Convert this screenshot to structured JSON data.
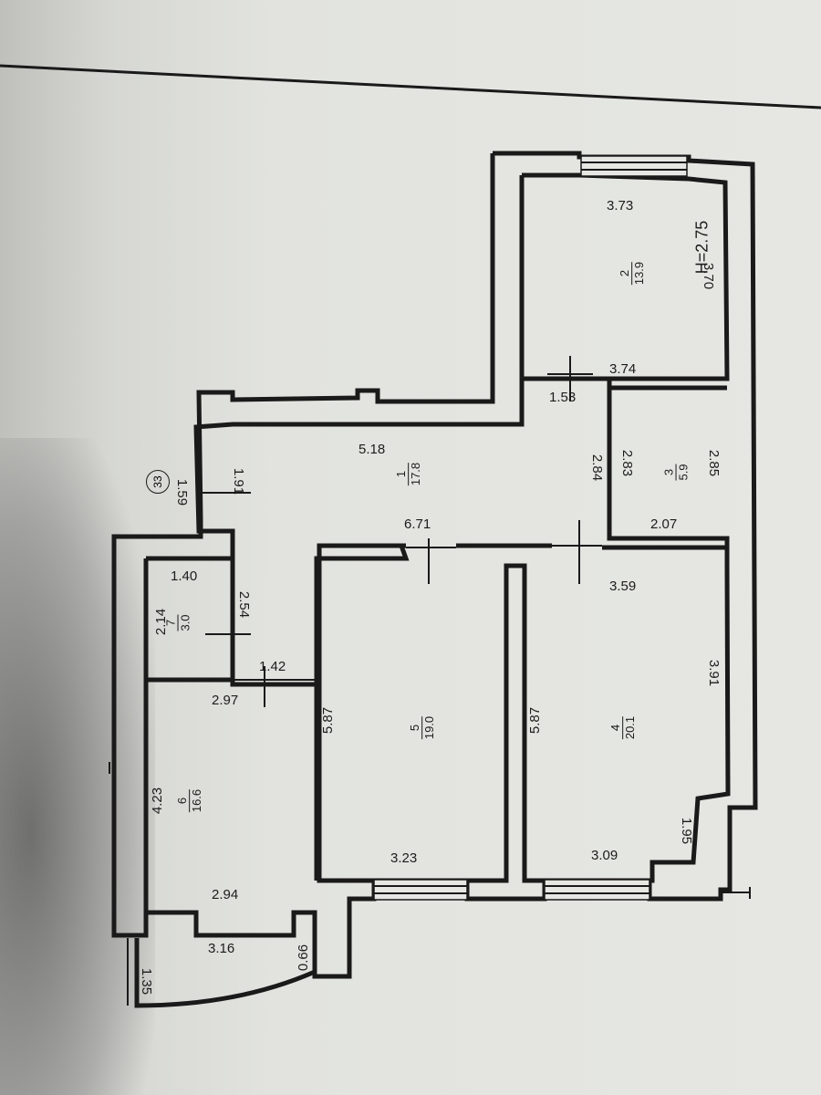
{
  "plan": {
    "ceiling_height": "H=2.75",
    "flat_number": "33",
    "rooms": [
      {
        "num": "1",
        "area": "17.8"
      },
      {
        "num": "2",
        "area": "13.9"
      },
      {
        "num": "3",
        "area": "5.9"
      },
      {
        "num": "4",
        "area": "20.1"
      },
      {
        "num": "5",
        "area": "19.0"
      },
      {
        "num": "6",
        "area": "16.6"
      },
      {
        "num": "7",
        "area": "3.0"
      }
    ],
    "dimensions": [
      "3.73",
      "3.70",
      "3.74",
      "1.53",
      "2.83",
      "2.84",
      "2.85",
      "2.07",
      "5.18",
      "6.71",
      "1.91",
      "1.59",
      "1.40",
      "2.54",
      "2.14",
      "1.42",
      "2.97",
      "5.87",
      "5.87",
      "3.59",
      "3.91",
      "4.23",
      "3.23",
      "3.09",
      "1.95",
      "2.94",
      "3.16",
      "0.66",
      "1.35"
    ]
  }
}
